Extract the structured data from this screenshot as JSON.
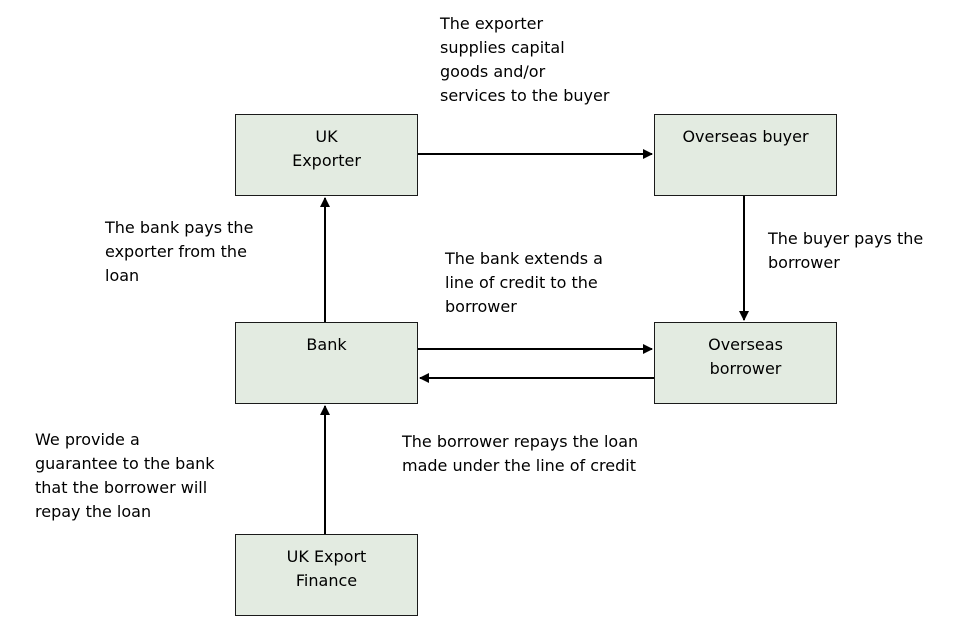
{
  "nodes": {
    "uk_exporter": [
      "UK",
      "Exporter"
    ],
    "overseas_buyer": [
      "Overseas buyer"
    ],
    "bank": [
      "Bank"
    ],
    "overseas_borrower": [
      "Overseas",
      "borrower"
    ],
    "ukef": [
      "UK Export",
      "Finance"
    ]
  },
  "labels": {
    "exporter_supplies": [
      "The exporter",
      "supplies capital",
      "goods and/or",
      "services to the buyer"
    ],
    "bank_pays": [
      "The bank pays the",
      "exporter from the",
      "loan"
    ],
    "bank_extends": [
      "The bank extends a",
      "line of credit to the",
      "borrower"
    ],
    "buyer_pays": [
      "The buyer pays the",
      "borrower"
    ],
    "we_provide": [
      "We provide a",
      "guarantee to the bank",
      "that the borrower will",
      "repay the loan"
    ],
    "borrower_repays": [
      "The borrower repays the loan",
      "made under the line of credit"
    ]
  }
}
